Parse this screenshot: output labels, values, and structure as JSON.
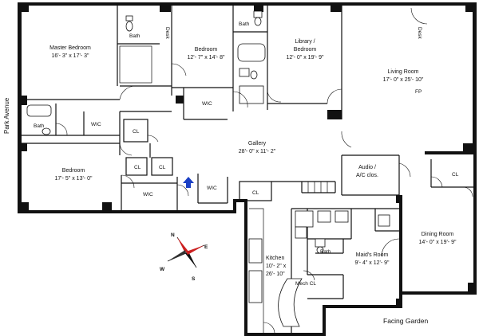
{
  "street_label": "Park Avenue",
  "garden_label": "Facing Garden",
  "rooms": {
    "master_bedroom": {
      "name": "Master Bedroom",
      "dim": "16'- 3\" x 17'- 3\""
    },
    "bedroom_2": {
      "name": "Bedroom",
      "dim": "12'- 7\" x 14'- 8\""
    },
    "library": {
      "name_1": "Library /",
      "name_2": "Bedroom",
      "dim": "12'- 0\" x 19'- 9\""
    },
    "living_room": {
      "name": "Living Room",
      "dim": "17'- 0\" x 25'- 10\""
    },
    "gallery": {
      "name": "Gallery",
      "dim": "28'- 0\" x 11'- 2\""
    },
    "bedroom_3": {
      "name": "Bedroom",
      "dim": "17'- 5\" x 13'- 0\""
    },
    "audio": {
      "name_1": "Audio /",
      "name_2": "A/C clos."
    },
    "dining_room": {
      "name": "Dining Room",
      "dim": "14'- 0\" x 19'- 9\""
    },
    "kitchen": {
      "name": "Kitchen",
      "dim_1": "10'- 2\" x",
      "dim_2": "26'- 10\""
    },
    "maids_room": {
      "name": "Maid's Room",
      "dim": "9'- 4\" x 12'- 9\""
    }
  },
  "small_labels": {
    "bath": "Bath",
    "wic": "WIC",
    "cl": "CL",
    "desk": "Desk",
    "fp": "FP",
    "mech_cl": "Mech CL"
  },
  "compass": {
    "n": "N",
    "e": "E",
    "s": "S",
    "w": "W"
  },
  "colors": {
    "walls": "#111111",
    "entry_arrow": "#1a3fc4",
    "compass_red": "#cc2020"
  }
}
